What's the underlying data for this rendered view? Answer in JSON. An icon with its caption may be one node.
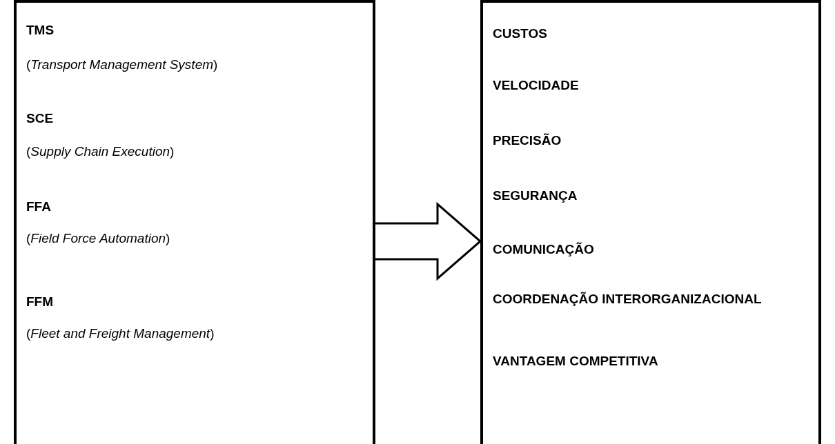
{
  "diagram": {
    "nodes": [
      {
        "text": [
          "TMS",
          "(*Transport Management System*)",
          "SCE",
          "(*Supply Chain Execution*)",
          "FFA",
          "(*Field Force Automation*)",
          "FFM",
          "(*Fleet and Freight Management*)"
        ]
      },
      {
        "text": [
          "CUSTOS",
          "VELOCIDADE",
          "PRECISÃO",
          "SEGURANÇA",
          "COMUNICAÇÃO",
          "COORDENAÇÃO INTERORGANIZACIONAL",
          "VANTAGEM COMPETITIVA"
        ]
      }
    ],
    "edges": [
      {
        "from": 0,
        "to": 1,
        "arrow": "to"
      }
    ]
  }
}
